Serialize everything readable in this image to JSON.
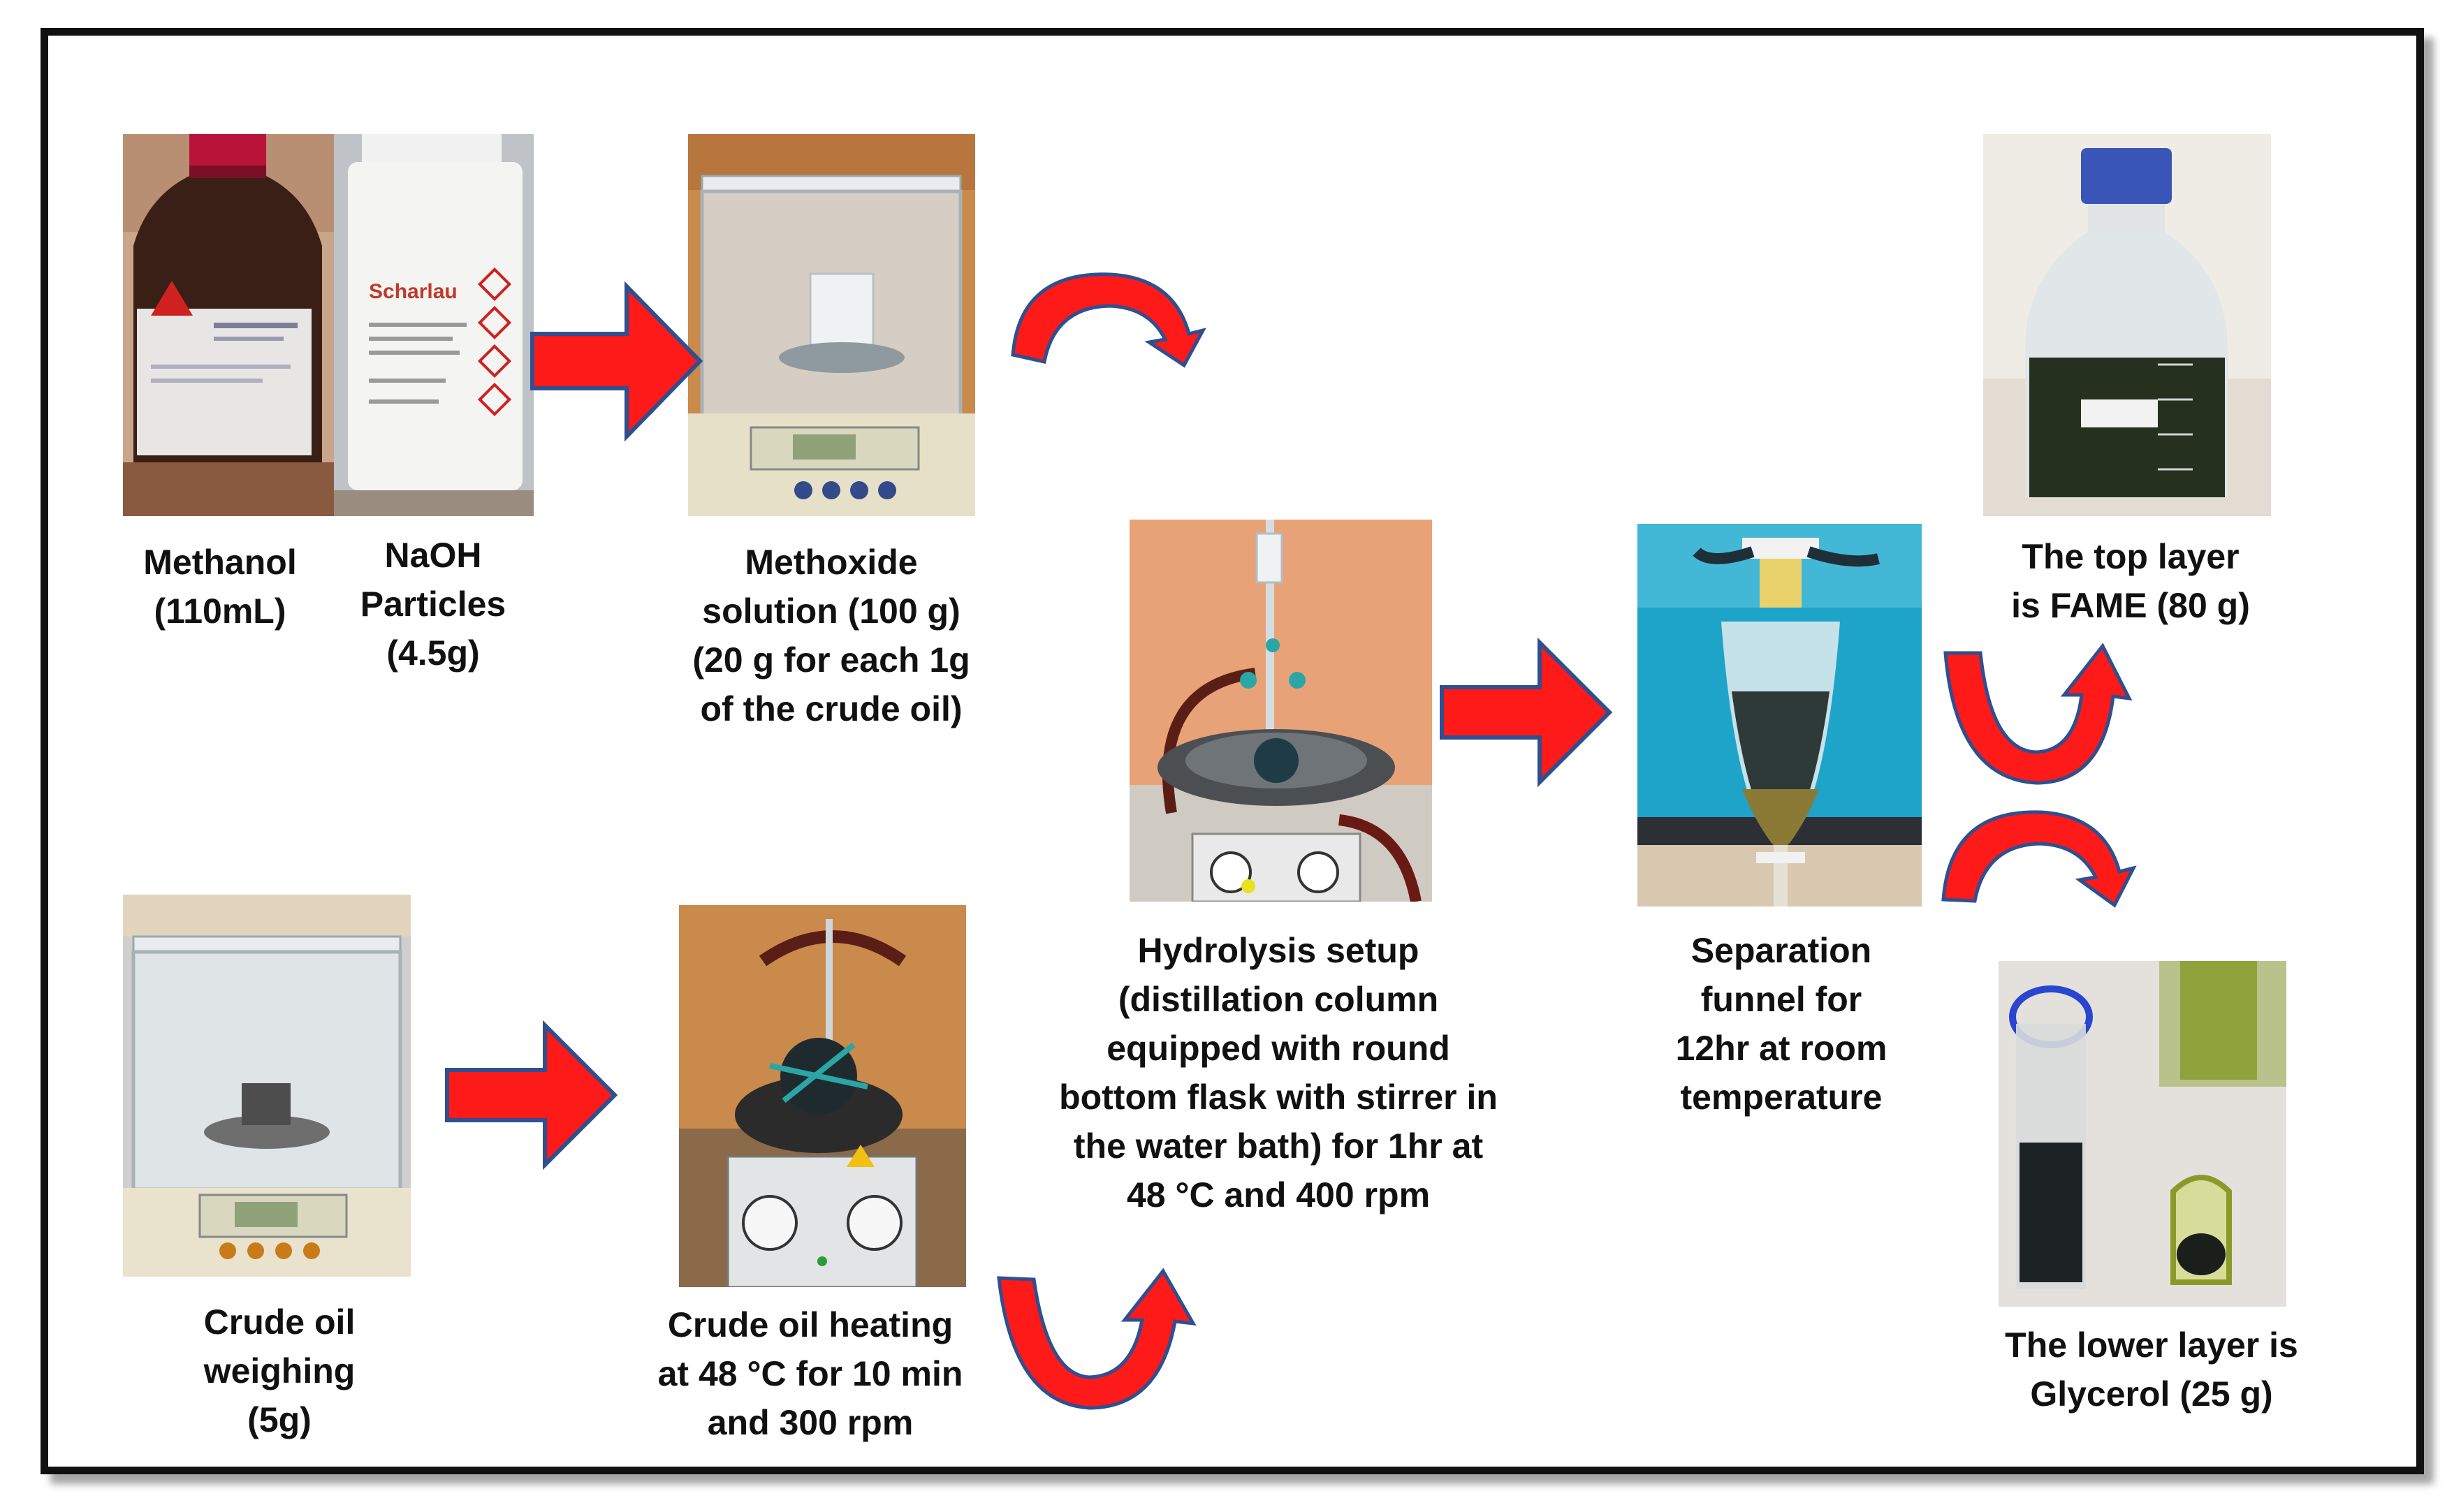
{
  "captions": {
    "methanol": [
      "Methanol",
      "(110mL)"
    ],
    "naoh": [
      "NaOH",
      "Particles",
      "(4.5g)"
    ],
    "methoxide": [
      "Methoxide",
      "solution (100 g)",
      "(20 g for each 1g",
      "of the crude oil)"
    ],
    "crude_weighing": [
      "Crude oil",
      "weighing",
      "(5g)"
    ],
    "crude_heating": [
      "Crude oil heating",
      "at 48 °C for 10 min",
      "and 300 rpm"
    ],
    "hydrolysis": [
      "Hydrolysis setup",
      "(distillation column",
      "equipped with round",
      "bottom flask with stirrer in",
      "the water bath) for 1hr at",
      "48 °C and 400 rpm"
    ],
    "separation": [
      "Separation",
      "funnel for",
      "12hr at room",
      "temperature"
    ],
    "top_layer": [
      "The top layer",
      "is FAME (80 g)"
    ],
    "lower_layer": [
      "The lower layer is",
      "Glycerol (25 g)"
    ]
  },
  "photo_text": {
    "naoh_brand": "Scharlau"
  },
  "colors": {
    "arrow_fill": "#ff1a1a",
    "arrow_stroke": "#2f4f8f",
    "frame": "#111111"
  }
}
